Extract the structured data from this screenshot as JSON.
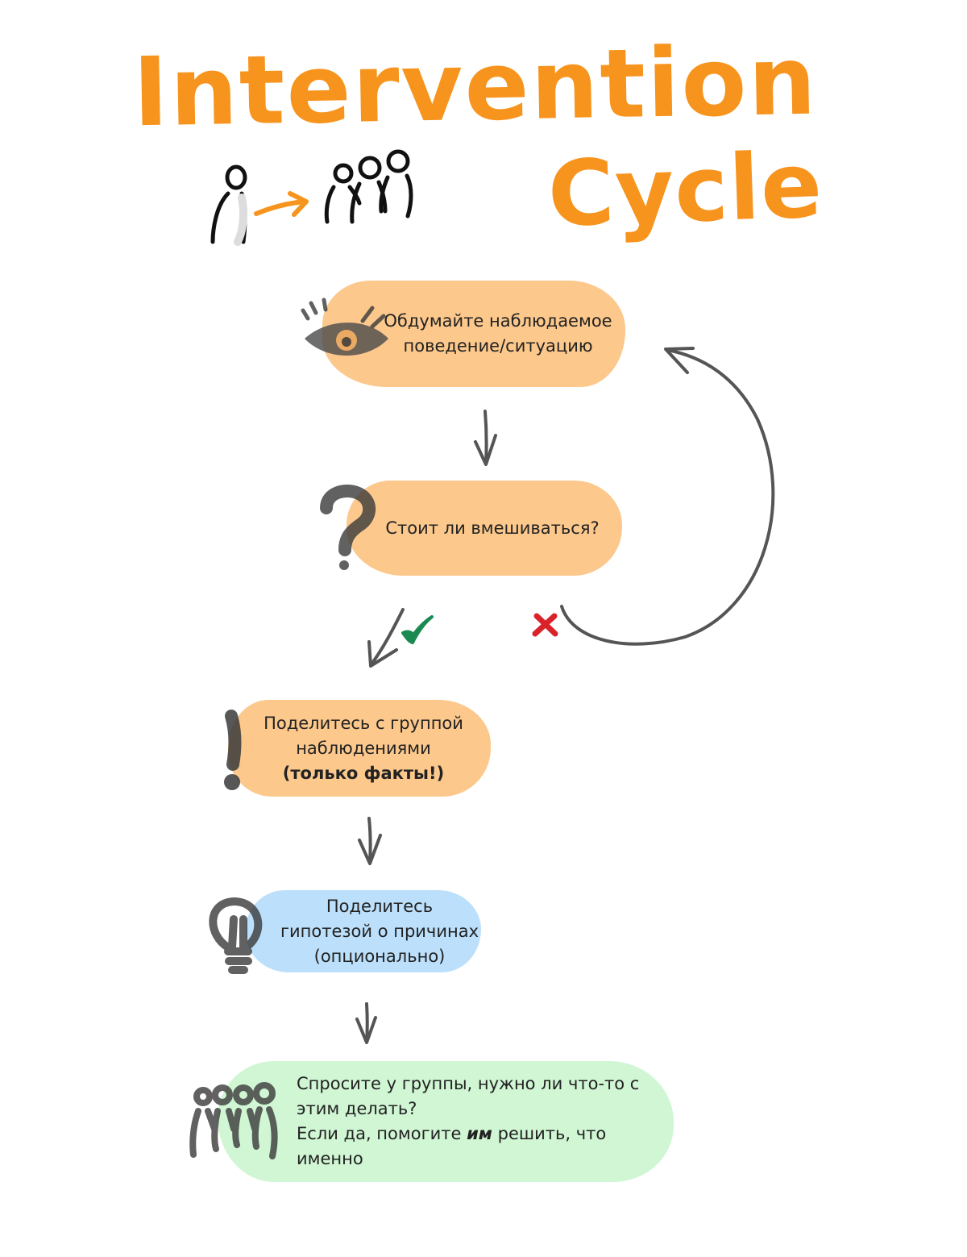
{
  "title": {
    "line1": "Intervention",
    "line2": "Cycle"
  },
  "nodes": {
    "observe": "Обдумайте наблюдаемое поведение/ситуацию",
    "decide": "Стоит ли вмешиваться?",
    "share": {
      "text": "Поделитесь с группой наблюдениями",
      "bold": "(только факты!)"
    },
    "hypothesis": "Поделитесь гипотезой о причинах (опционально)",
    "ask": {
      "line1": "Спросите у группы, нужно ли что-то с этим делать?",
      "line2_before": "Если да, помогите ",
      "line2_emphasis": "им",
      "line2_after": " решить, что именно"
    }
  },
  "colors": {
    "title": "#f7941d",
    "orange_node": "#fcbe78",
    "blue_node": "#a6d6fa",
    "green_node": "#c8f4cd",
    "arrow": "#555555",
    "check": "#1a8a52",
    "cross": "#d9232a"
  },
  "icons": {
    "header": [
      "person-icon",
      "arrow-right-icon",
      "group-icon"
    ],
    "observe": "eye-icon",
    "decide": "question-mark-icon",
    "yes": "checkmark-icon",
    "no": "cross-icon",
    "share": "exclamation-icon",
    "hypothesis": "lightbulb-icon",
    "ask": "group-icon"
  }
}
